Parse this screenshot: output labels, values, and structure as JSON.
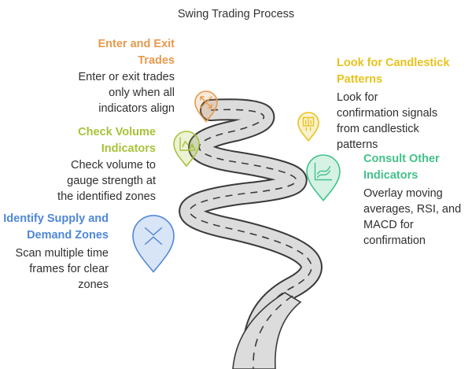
{
  "title": "Swing Trading Process",
  "colors": {
    "orange": "#e59a4e",
    "yellow": "#e8c21d",
    "lime": "#a7c23a",
    "green": "#42c28a",
    "blue": "#4f87d8",
    "road": "#dcdcdc",
    "road_edge": "#3a3a3a"
  },
  "steps": [
    {
      "title": "Enter and Exit\nTrades",
      "description": "Enter or exit trades\nonly when all\nindicators align",
      "icon": "arrows-cross-icon",
      "color": "#e59a4e"
    },
    {
      "title": "Look for Candlestick\nPatterns",
      "description": "Look for\nconfirmation signals\nfrom candlestick\npatterns",
      "icon": "candlestick-chart-icon",
      "color": "#e8c21d"
    },
    {
      "title": "Check Volume\nIndicators",
      "description": "Check volume to\ngauge strength at\nthe identified zones",
      "icon": "volume-warning-icon",
      "color": "#a7c23a"
    },
    {
      "title": "Consult Other\nIndicators",
      "description": "Overlay moving\naverages, RSI, and\nMACD for\nconfirmation",
      "icon": "line-chart-icon",
      "color": "#42c28a"
    },
    {
      "title": "Identify Supply and\nDemand Zones",
      "description": "Scan multiple time\nframes for clear\nzones",
      "icon": "chevrons-inward-icon",
      "color": "#4f87d8"
    }
  ]
}
